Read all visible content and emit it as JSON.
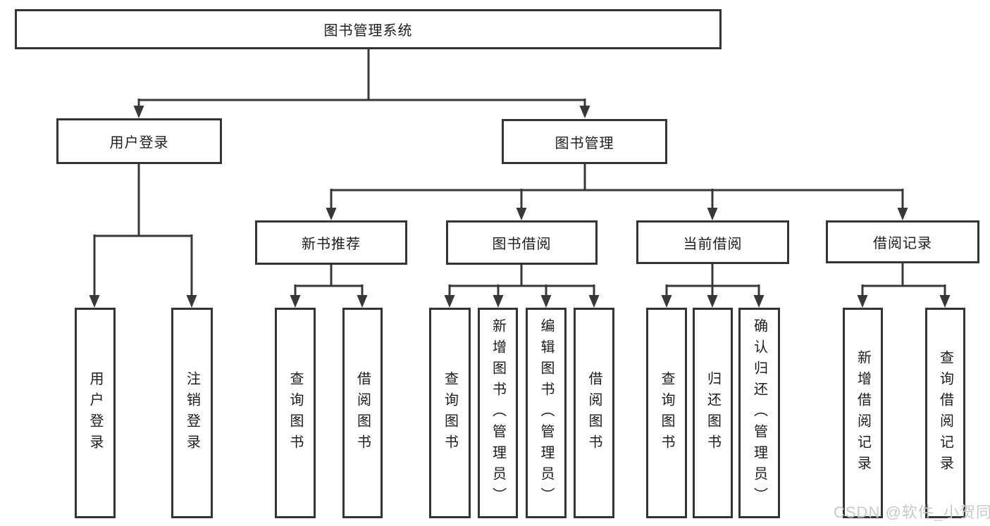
{
  "watermark": "CSDN @软件_小贺同学",
  "colors": {
    "line": "#383838",
    "border": "#343434",
    "text": "#1c1c1c",
    "watermark_text": "#c9c9c9",
    "background": "#ffffff"
  },
  "tree": {
    "label": "图书管理系统",
    "children": [
      {
        "label": "用户登录",
        "children": [
          {
            "label": "用户登录"
          },
          {
            "label": "注销登录"
          }
        ]
      },
      {
        "label": "图书管理",
        "children": [
          {
            "label": "新书推荐",
            "children": [
              {
                "label": "查询图书"
              },
              {
                "label": "借阅图书"
              }
            ]
          },
          {
            "label": "图书借阅",
            "children": [
              {
                "label": "查询图书"
              },
              {
                "label": "新增图书（管理员）"
              },
              {
                "label": "编辑图书（管理员）"
              },
              {
                "label": "借阅图书"
              }
            ]
          },
          {
            "label": "当前借阅",
            "children": [
              {
                "label": "查询图书"
              },
              {
                "label": "归还图书"
              },
              {
                "label": "确认归还（管理员）"
              }
            ]
          },
          {
            "label": "借阅记录",
            "children": [
              {
                "label": "新增借阅记录"
              },
              {
                "label": "查询借阅记录"
              }
            ]
          }
        ]
      }
    ]
  }
}
